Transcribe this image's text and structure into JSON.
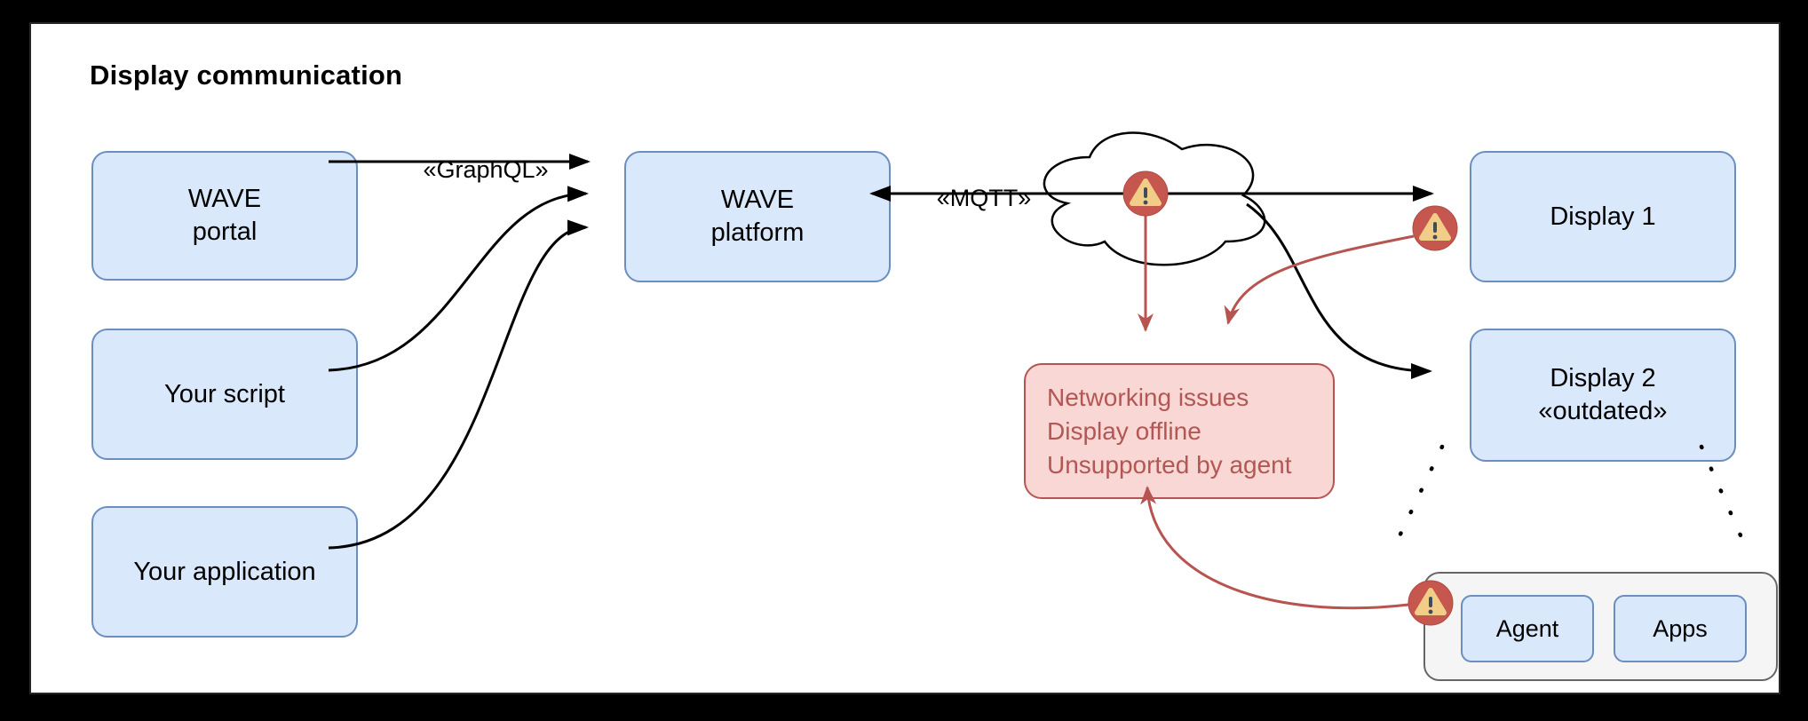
{
  "title": "Display communication",
  "nodes": {
    "wave_portal": {
      "line1": "WAVE",
      "line2": "portal"
    },
    "your_script": {
      "label": "Your script"
    },
    "your_application": {
      "label": "Your application"
    },
    "wave_platform": {
      "line1": "WAVE",
      "line2": "platform"
    },
    "display1": {
      "label": "Display 1"
    },
    "display2": {
      "line1": "Display 2",
      "line2": "«outdated»"
    },
    "agent": {
      "label": "Agent"
    },
    "apps": {
      "label": "Apps"
    }
  },
  "edges": {
    "graphql_label": "«GraphQL»",
    "mqtt_label": "«MQTT»"
  },
  "error_box": {
    "lines": [
      "Networking issues",
      "Display offline",
      "Unsupported by agent"
    ]
  },
  "icons": {
    "cloud": "network-cloud-icon",
    "warnings": [
      "warning-icon-cloud",
      "warning-icon-display1",
      "warning-icon-agent"
    ]
  },
  "colors": {
    "node_fill": "#dae8fc",
    "node_border": "#6c8ebf",
    "error_fill": "#f8d7d5",
    "error_border": "#b85450",
    "error_text": "#b25753",
    "warning_circle": "#c5574f",
    "warning_triangle": "#f2cd88",
    "warning_glyph": "#3d4d5c",
    "container_fill": "#f5f5f5",
    "container_border": "#666666",
    "line_black": "#000000",
    "line_red": "#b85450"
  }
}
